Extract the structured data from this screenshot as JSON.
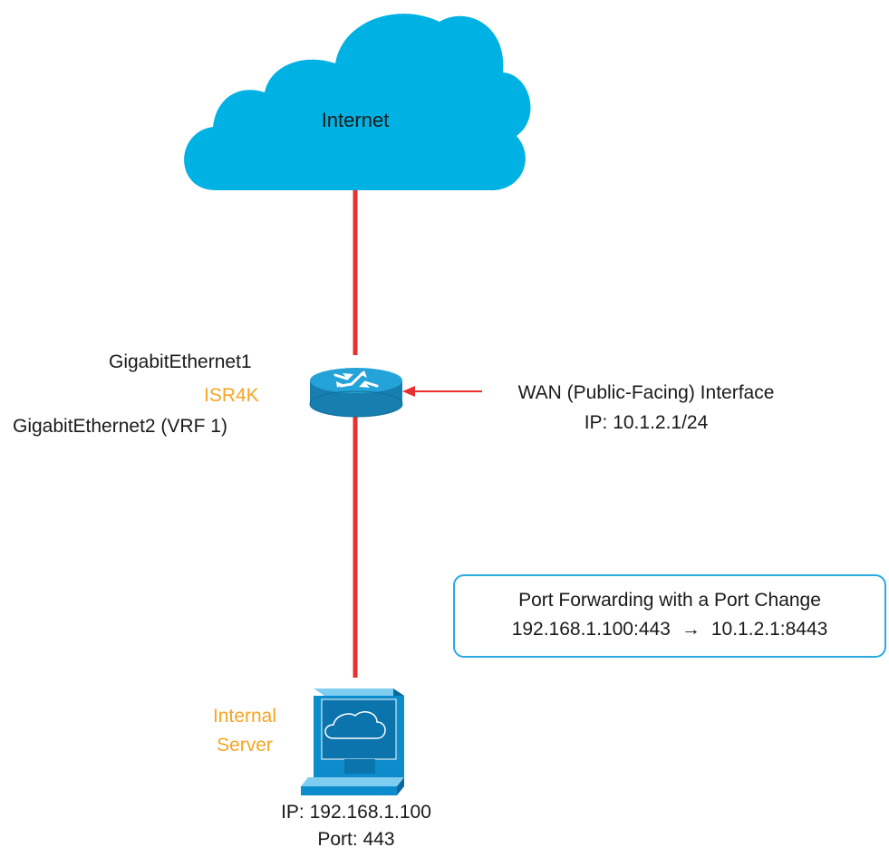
{
  "cloud": {
    "label": "Internet",
    "color": "#00b2e3"
  },
  "router": {
    "name": "ISR4K",
    "top_interface": "GigabitEthernet1",
    "bottom_interface": "GigabitEthernet2 (VRF 1)",
    "color": "#1a8fc0"
  },
  "wan": {
    "title": "WAN (Public-Facing) Interface",
    "ip": "IP: 10.1.2.1/24"
  },
  "port_forwarding": {
    "title": "Port Forwarding with a Port Change",
    "source": "192.168.1.100:443",
    "arrow": "→",
    "destination": "10.1.2.1:8443"
  },
  "server": {
    "label_line1": "Internal",
    "label_line2": "Server",
    "ip": "IP: 192.168.1.100",
    "port": "Port: 443",
    "color": "#0d8ccc"
  },
  "colors": {
    "link": "#e8302f",
    "accent_label": "#f5a623",
    "box_border": "#29abe2"
  }
}
